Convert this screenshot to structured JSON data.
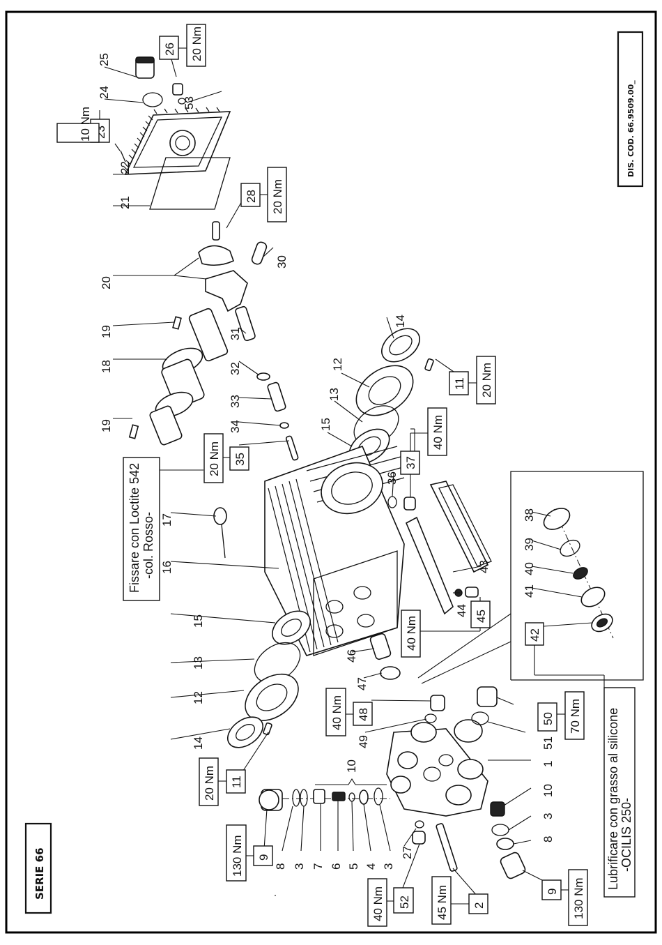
{
  "title_block": {
    "series": "SERIE 66",
    "drawing_code": "DIS. COD. 66.9509.00_"
  },
  "notes": {
    "loctite_line1": "Fissare con Loctite 542",
    "loctite_line2": "-col. Rosso-",
    "grease_line1": "Lubrificare con grasso al silicone",
    "grease_line2": "-OCILIS 250-"
  },
  "torques": {
    "t_26": "20 Nm",
    "t_23": "10 Nm",
    "t_28": "20 Nm",
    "t_35": "20 Nm",
    "t_11_right": "20 Nm",
    "t_37": "40 Nm",
    "t_45": "40 Nm",
    "t_11_left": "20 Nm",
    "t_48": "40 Nm",
    "t_50": "70 Nm",
    "t_9_left": "130 Nm",
    "t_9_right": "130 Nm",
    "t_52": "40 Nm",
    "t_2": "45 Nm"
  },
  "callouts": {
    "p1": "1",
    "p2": "2",
    "p3a": "3",
    "p3b": "3",
    "p3c": "3",
    "p4": "4",
    "p5": "5",
    "p6": "6",
    "p7": "7",
    "p8a": "8",
    "p8b": "8",
    "p9a": "9",
    "p9b": "9",
    "p10a": "10",
    "p10b": "10",
    "p11a": "11",
    "p11b": "11",
    "p12a": "12",
    "p12b": "12",
    "p13a": "13",
    "p13b": "13",
    "p14a": "14",
    "p14b": "14",
    "p15a": "15",
    "p15b": "15",
    "p16": "16",
    "p17": "17",
    "p18": "18",
    "p19a": "19",
    "p19b": "19",
    "p20": "20",
    "p21": "21",
    "p22": "22",
    "p23": "23",
    "p24": "24",
    "p25": "25",
    "p26": "26",
    "p27": "27",
    "p28": "28",
    "p30": "30",
    "p31": "31",
    "p32": "32",
    "p33": "33",
    "p34": "34",
    "p35": "35",
    "p36": "36",
    "p37": "37",
    "p38": "38",
    "p39": "39",
    "p40": "40",
    "p41": "41",
    "p42": "42",
    "p43": "43",
    "p44": "44",
    "p45": "45",
    "p46": "46",
    "p47": "47",
    "p48": "48",
    "p49": "49",
    "p50": "50",
    "p51": "51",
    "p52": "52",
    "p53": "53"
  }
}
